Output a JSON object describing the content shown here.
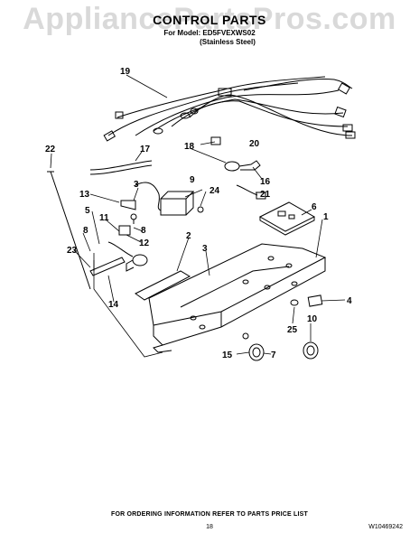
{
  "watermark": "AppliancePartsPros.com",
  "header": {
    "title": "CONTROL PARTS",
    "model_line": "For Model: ED5FVEXWS02",
    "variant": "(Stainless Steel)"
  },
  "callouts": {
    "c1": "1",
    "c2": "2",
    "c3a": "3",
    "c3b": "3",
    "c4": "4",
    "c5": "5",
    "c6": "6",
    "c7": "7",
    "c8a": "8",
    "c8b": "8",
    "c9": "9",
    "c10": "10",
    "c11": "11",
    "c12": "12",
    "c13": "13",
    "c14": "14",
    "c15": "15",
    "c16": "16",
    "c17": "17",
    "c18": "18",
    "c19": "19",
    "c20": "20",
    "c21": "21",
    "c22": "22",
    "c23": "23",
    "c24": "24",
    "c25": "25"
  },
  "footer": {
    "ordering_note": "FOR ORDERING INFORMATION REFER TO PARTS PRICE LIST",
    "page_number": "18",
    "document_id": "W10469242"
  }
}
